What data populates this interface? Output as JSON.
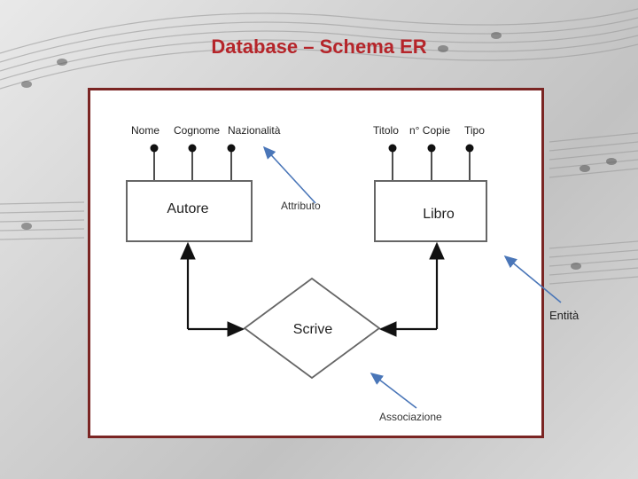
{
  "slide": {
    "title": "Database – Schema ER"
  },
  "entities": {
    "author": {
      "name": "Autore",
      "attributes": [
        "Nome",
        "Cognome",
        "Nazionalità"
      ]
    },
    "book": {
      "name": "Libro",
      "attributes": [
        "Titolo",
        "n° Copie",
        "Tipo"
      ]
    }
  },
  "relationship": {
    "name": "Scrive"
  },
  "annotations": {
    "attribute": "Attributo",
    "entity": "Entità",
    "relationship": "Associazione"
  },
  "colors": {
    "title": "#b5252a",
    "frame_border": "#7a2523",
    "annotation_arrow": "#4a76b8"
  }
}
